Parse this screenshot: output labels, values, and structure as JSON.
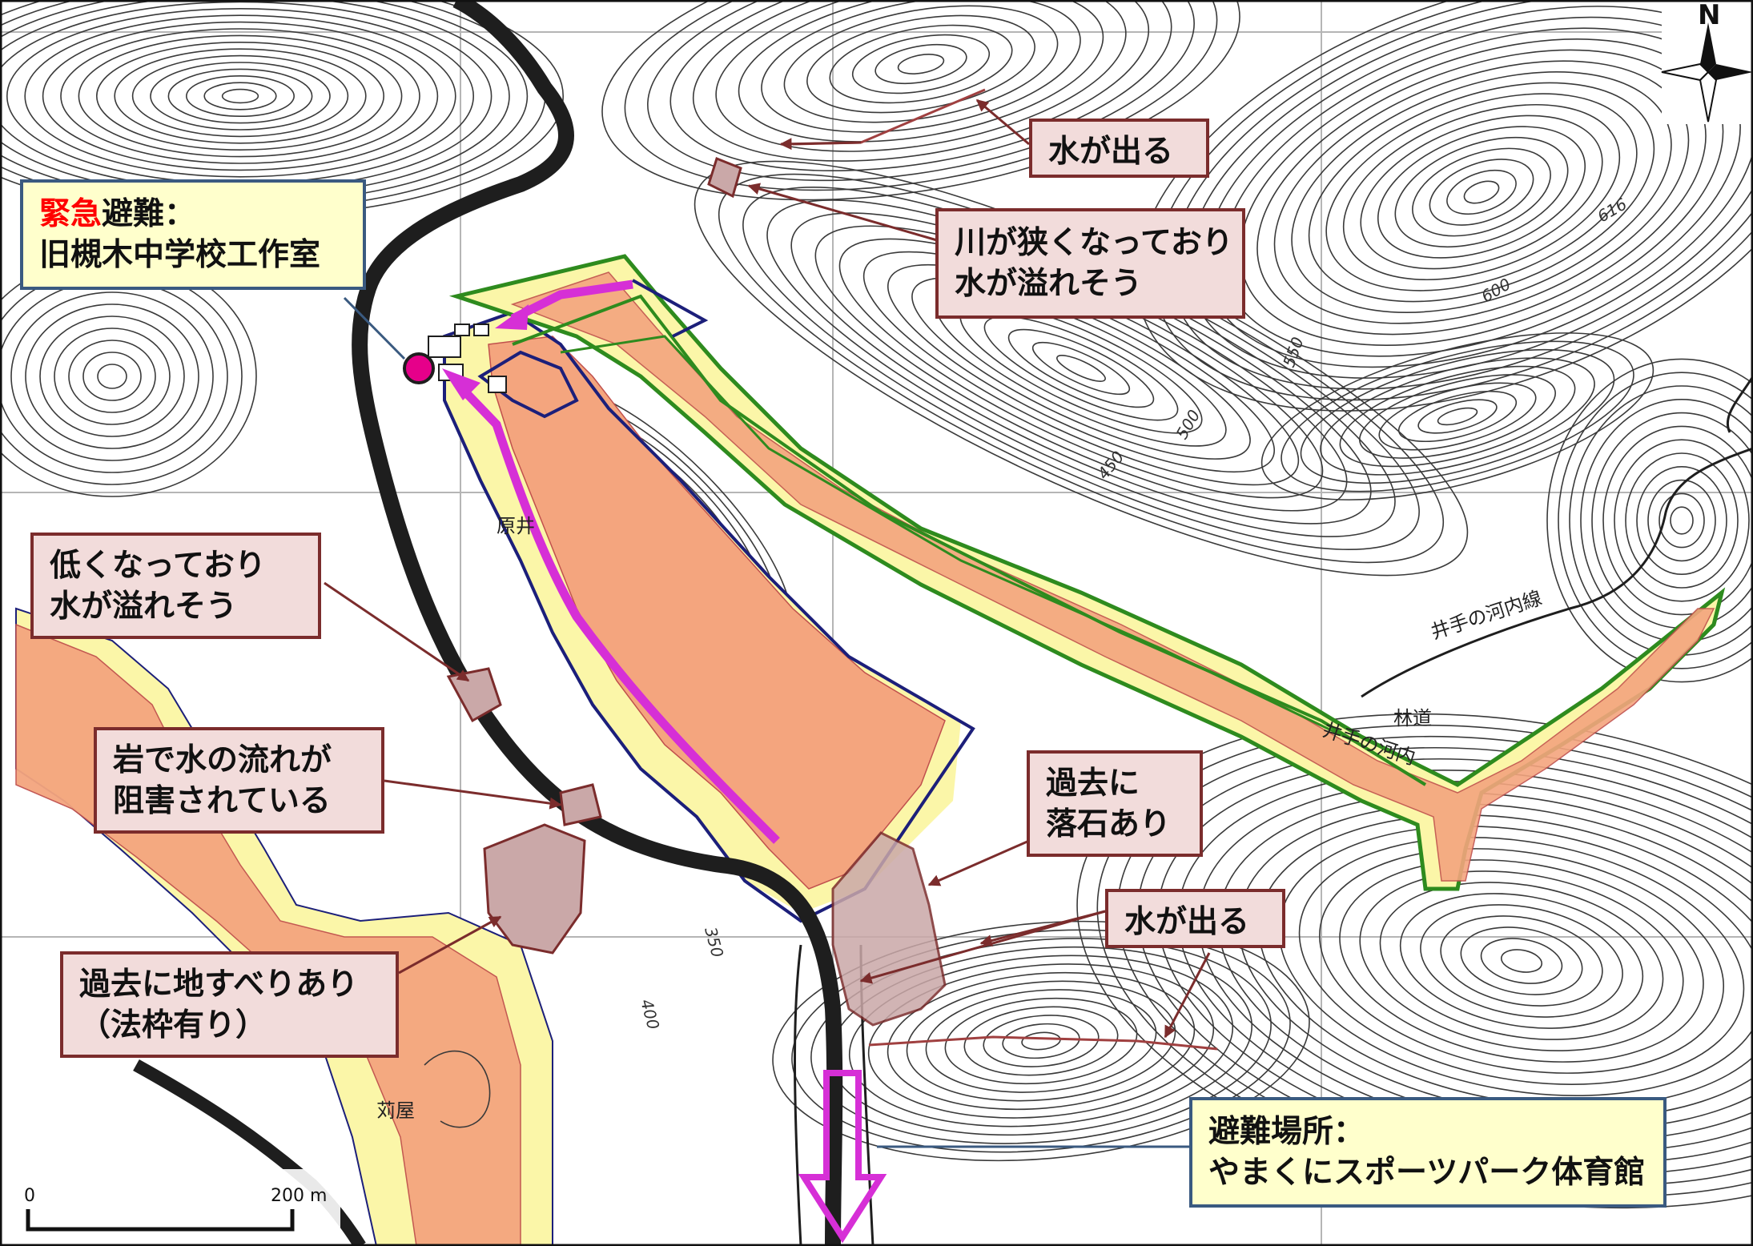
{
  "colors": {
    "background": "#ffffff",
    "contour": "#3a3a3a",
    "river": "#1e1e1e",
    "orange_zone": "#f4a57e",
    "yellow_zone": "#fbf6a8",
    "green_outline": "#2e8b1e",
    "blue_outline": "#1c1f7a",
    "magenta_arrow": "#d62fd6",
    "callout_pink_fill": "#f2dcdb",
    "callout_pink_border": "#7b2c2c",
    "callout_yellow_fill": "#ffffcc",
    "callout_yellow_border": "#3a5a80",
    "emergency_red": "#ff0000",
    "marker": "#e6008a"
  },
  "callouts": {
    "emergency": {
      "prefix": "緊急",
      "line1_rest": "避難：",
      "line2": "旧槻木中学校工作室"
    },
    "water_out_top": {
      "line1": "水が出る"
    },
    "river_narrow": {
      "line1": "川が狭くなっており",
      "line2": "水が溢れそう"
    },
    "low_overflow": {
      "line1": "低くなっており",
      "line2": "水が溢れそう"
    },
    "rock_block": {
      "line1": "岩で水の流れが",
      "line2": "阻害されている"
    },
    "rockfall": {
      "line1": "過去に",
      "line2": "落石あり"
    },
    "water_out_mid": {
      "line1": "水が出る"
    },
    "landslide": {
      "line1": "過去に地すべりあり",
      "line2": "（法枠有り）"
    },
    "shelter": {
      "line1": "避難場所：",
      "line2": "やまくにスポーツパーク体育館"
    }
  },
  "map_labels": {
    "road": "井手の河内線",
    "forest_road_1": "林道",
    "forest_road_2": "井手の河内",
    "contours": [
      "600",
      "550",
      "500",
      "450",
      "400",
      "350",
      "616"
    ],
    "place_1": "原井",
    "place_2": "苅屋"
  },
  "scale_bar": {
    "start": "0",
    "end": "200 m"
  },
  "north_arrow": {
    "letter": "N",
    "icon": "north-arrow-icon"
  }
}
